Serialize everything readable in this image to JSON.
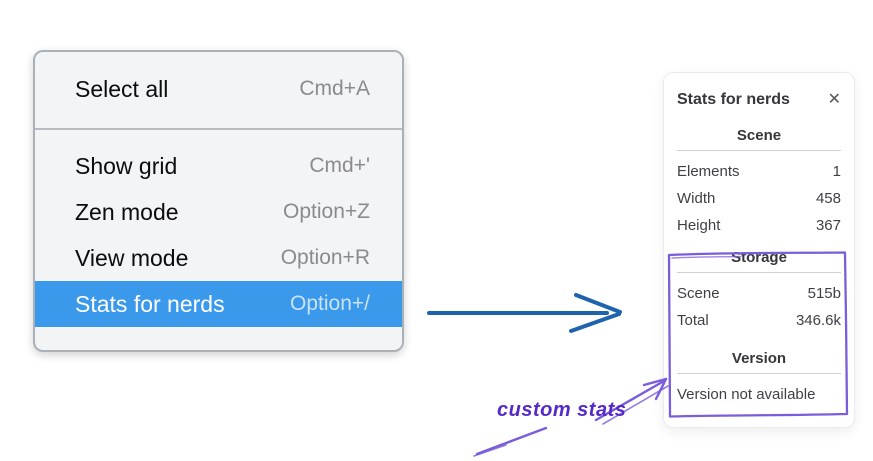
{
  "colors": {
    "menu_highlight": "#3b99ec",
    "arrow_blue": "#1e63ad",
    "annotation_purple": "#7a5ddb",
    "annotation_text_purple": "#5429c8"
  },
  "menu": {
    "items": [
      {
        "label": "Select all",
        "shortcut": "Cmd+A"
      },
      {
        "label": "Show grid",
        "shortcut": "Cmd+'"
      },
      {
        "label": "Zen mode",
        "shortcut": "Option+Z"
      },
      {
        "label": "View mode",
        "shortcut": "Option+R"
      },
      {
        "label": "Stats for nerds",
        "shortcut": "Option+/"
      }
    ],
    "selected_index": 4
  },
  "stats_panel": {
    "title": "Stats for nerds",
    "close_icon": "✕",
    "scene": {
      "heading": "Scene",
      "rows": [
        {
          "label": "Elements",
          "value": "1"
        },
        {
          "label": "Width",
          "value": "458"
        },
        {
          "label": "Height",
          "value": "367"
        }
      ]
    },
    "storage": {
      "heading": "Storage",
      "rows": [
        {
          "label": "Scene",
          "value": "515b"
        },
        {
          "label": "Total",
          "value": "346.6k"
        }
      ]
    },
    "version": {
      "heading": "Version",
      "note": "Version not available"
    }
  },
  "annotation": {
    "label": "custom stats"
  }
}
